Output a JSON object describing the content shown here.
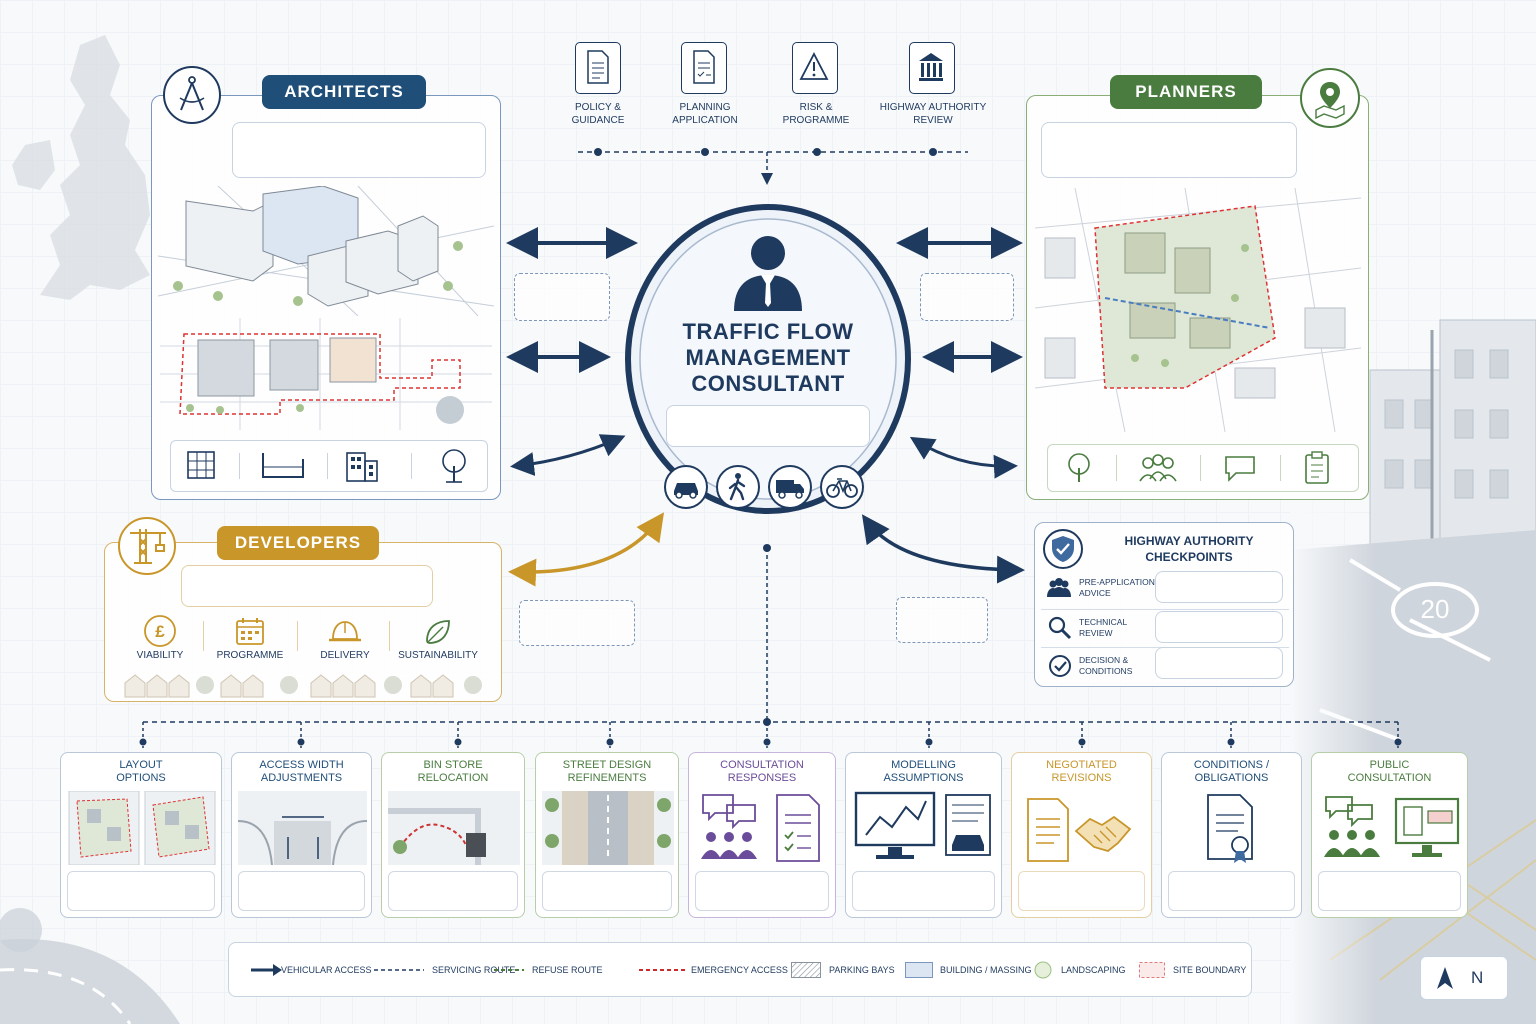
{
  "top_docs": [
    {
      "label_1": "POLICY &",
      "label_2": "GUIDANCE",
      "icon": "document-icon"
    },
    {
      "label_1": "PLANNING",
      "label_2": "APPLICATION",
      "icon": "checklist-document-icon"
    },
    {
      "label_1": "RISK &",
      "label_2": "PROGRAMME",
      "icon": "warning-icon"
    },
    {
      "label_1": "HIGHWAY AUTHORITY",
      "label_2": "REVIEW",
      "icon": "government-building-icon"
    }
  ],
  "architects": {
    "title": "ARCHITECTS",
    "color": "#1f4e79",
    "icon": "compass-icon",
    "bottom_icons": [
      "grid-plan-icon",
      "section-icon",
      "building-icon",
      "tree-icon"
    ]
  },
  "planners": {
    "title": "PLANNERS",
    "color": "#4a7c3f",
    "icon": "map-pin-icon",
    "bottom_icons": [
      "tree-icon",
      "people-icon",
      "speech-bubble-icon",
      "clipboard-icon"
    ]
  },
  "developers": {
    "title": "DEVELOPERS",
    "color": "#c9962a",
    "icon": "crane-icon",
    "items": [
      {
        "label": "VIABILITY",
        "icon": "pound-icon"
      },
      {
        "label": "PROGRAMME",
        "icon": "calendar-icon"
      },
      {
        "label": "DELIVERY",
        "icon": "hard-hat-icon"
      },
      {
        "label": "SUSTAINABILITY",
        "icon": "leaf-icon"
      }
    ]
  },
  "consultant": {
    "line_1": "TRAFFIC FLOW",
    "line_2": "MANAGEMENT",
    "line_3": "CONSULTANT",
    "modes": [
      "car-icon",
      "pedestrian-icon",
      "truck-icon",
      "bicycle-icon"
    ]
  },
  "checkpoints": {
    "title_1": "HIGHWAY AUTHORITY",
    "title_2": "CHECKPOINTS",
    "icon": "shield-check-icon",
    "rows": [
      {
        "line_1": "PRE-APPLICATION",
        "line_2": "ADVICE",
        "icon": "people-icon"
      },
      {
        "line_1": "TECHNICAL",
        "line_2": "REVIEW",
        "icon": "magnifier-icon"
      },
      {
        "line_1": "DECISION &",
        "line_2": "CONDITIONS",
        "icon": "check-circle-icon"
      }
    ]
  },
  "outcomes": [
    {
      "line_1": "LAYOUT",
      "line_2": "OPTIONS",
      "color": "#1f4e79"
    },
    {
      "line_1": "ACCESS WIDTH",
      "line_2": "ADJUSTMENTS",
      "color": "#1f4e79"
    },
    {
      "line_1": "BIN STORE",
      "line_2": "RELOCATION",
      "color": "#4a7c3f"
    },
    {
      "line_1": "STREET DESIGN",
      "line_2": "REFINEMENTS",
      "color": "#4a7c3f"
    },
    {
      "line_1": "CONSULTATION",
      "line_2": "RESPONSES",
      "color": "#6b4c9a"
    },
    {
      "line_1": "MODELLING",
      "line_2": "ASSUMPTIONS",
      "color": "#1f4e79"
    },
    {
      "line_1": "NEGOTIATED",
      "line_2": "REVISIONS",
      "color": "#c9962a"
    },
    {
      "line_1": "CONDITIONS /",
      "line_2": "OBLIGATIONS",
      "color": "#1f4e79"
    },
    {
      "line_1": "PUBLIC",
      "line_2": "CONSULTATION",
      "color": "#4a7c3f"
    }
  ],
  "legend": [
    {
      "label": "VEHICULAR ACCESS",
      "kind": "arrow"
    },
    {
      "label": "SERVICING ROUTE",
      "kind": "blue-dash"
    },
    {
      "label": "REFUSE ROUTE",
      "kind": "green-dash"
    },
    {
      "label": "EMERGENCY ACCESS",
      "kind": "red-dash"
    },
    {
      "label": "PARKING BAYS",
      "kind": "hatch"
    },
    {
      "label": "BUILDING / MASSING",
      "kind": "blue-box"
    },
    {
      "label": "LANDSCAPING",
      "kind": "green-circle"
    },
    {
      "label": "SITE BOUNDARY",
      "kind": "red-box"
    }
  ],
  "north": {
    "label": "N",
    "icon": "north-arrow-icon"
  },
  "road_sign": {
    "label": "20"
  }
}
